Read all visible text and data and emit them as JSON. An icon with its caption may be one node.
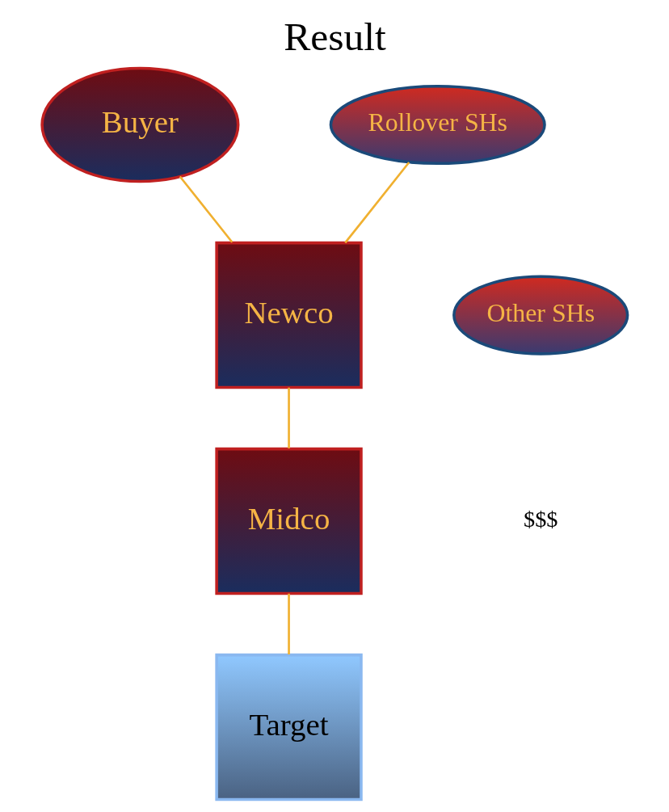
{
  "diagram": {
    "title": "Result",
    "nodes": [
      {
        "text": [
          "Buyer"
        ]
      },
      {
        "text": [
          "Rollover SHs"
        ]
      },
      {
        "text": [
          "Newco"
        ]
      },
      {
        "text": [
          "Midco"
        ]
      },
      {
        "text": [
          "Target"
        ]
      },
      {
        "text": [
          "Other SHs"
        ]
      }
    ],
    "edges": [
      {
        "from": 0,
        "to": 2,
        "arrow": "none"
      },
      {
        "from": 1,
        "to": 2,
        "arrow": "none"
      },
      {
        "from": 2,
        "to": 3,
        "arrow": "none"
      },
      {
        "from": 3,
        "to": 4,
        "arrow": "none"
      }
    ],
    "labels": [
      "$$$"
    ]
  }
}
